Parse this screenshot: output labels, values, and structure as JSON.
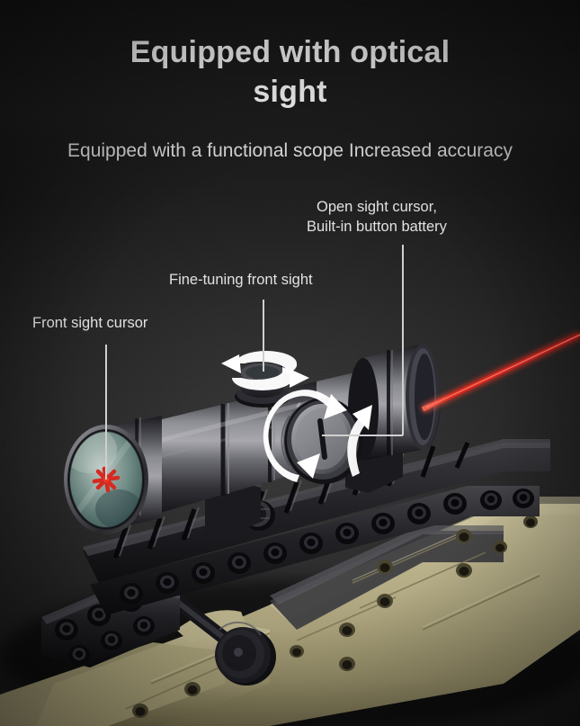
{
  "page": {
    "title_line1": "Equipped with optical",
    "title_line2": "sight",
    "title_full": "Equipped with optical sight",
    "subtitle": "Equipped with a functional scope Increased accuracy"
  },
  "callouts": [
    {
      "id": "front-sight-cursor",
      "label": "Front sight cursor",
      "points_to": "objective-lens-reticle"
    },
    {
      "id": "fine-tuning-front-sight",
      "label": "Fine-tuning front sight",
      "points_to": "elevation-turret-knob"
    },
    {
      "id": "open-sight-built-in-battery",
      "label": "Open sight cursor,\nBuilt-in button battery",
      "line1": "Open sight cursor,",
      "line2": "Built-in button battery",
      "points_to": "windage-adjustment-dial"
    }
  ],
  "product": {
    "name": "Building-block sniper rifle with optical scope",
    "features": [
      "optical scope",
      "red laser beam",
      "adjustable turret knob",
      "windage adjustment dial",
      "picatinny rail"
    ]
  },
  "colors": {
    "background_dark": "#151515",
    "background_mid": "#2c2c2c",
    "background_light": "#3a3a3a",
    "title_text": "#ffffff",
    "subtitle_text": "#dcdcdc",
    "callout_text": "#e2e2e2",
    "leader_line": "#cfcfcf",
    "arrow_white": "#ffffff",
    "laser_red": "#c8201a",
    "laser_glow": "#ff4a3d",
    "reticle_red": "#d42a22",
    "lens_tint": "#7c9a92",
    "scope_body_dark": "#2a2a2e",
    "scope_body_mid": "#56565c",
    "scope_body_highlight": "#9a9aa0",
    "rail_black": "#1a1a1c",
    "stock_tan": "#b5ad86",
    "stock_tan_shadow": "#8d855f"
  }
}
